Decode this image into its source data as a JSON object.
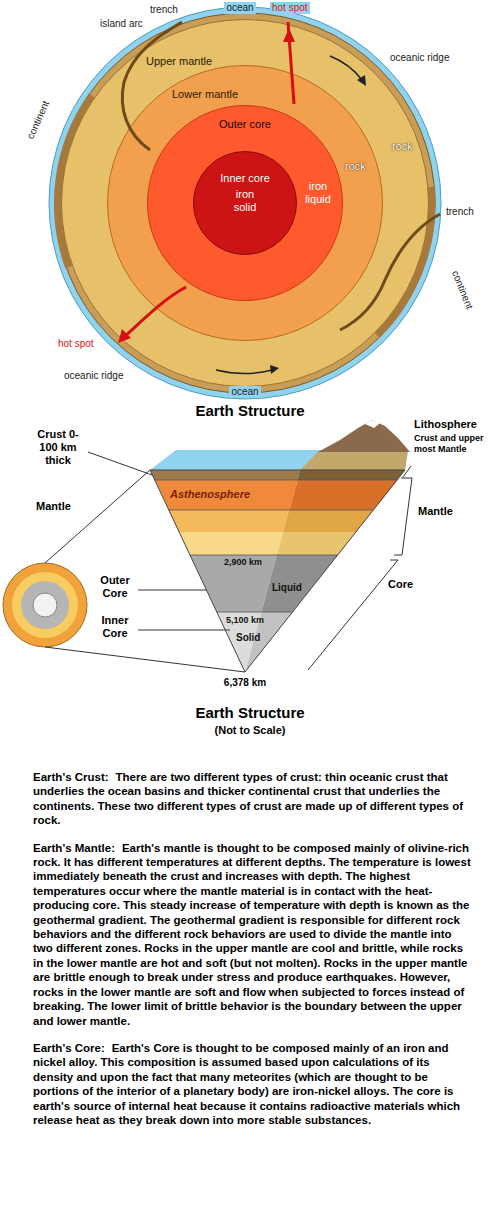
{
  "diagram": {
    "title": "Earth Structure",
    "nodes": [
      {
        "text": [
          "Upper mantle",
          "rock"
        ]
      },
      {
        "text": [
          "Lower mantle",
          "rock"
        ],
        "in": 0
      },
      {
        "text": [
          "Outer core",
          "iron liquid"
        ],
        "in": 1
      },
      {
        "text": [
          "Inner core",
          "iron solid"
        ],
        "in": 2
      },
      {
        "text": [
          "Asthenosphere"
        ]
      },
      {
        "text": [
          "2,900 km",
          "Liquid"
        ]
      },
      {
        "text": [
          "5,100 km",
          "Solid"
        ]
      }
    ],
    "labels": [
      "island arc",
      "trench",
      "ocean",
      "hot spot",
      "oceanic ridge",
      "continent",
      "trench",
      "continent",
      "hot spot",
      "oceanic ridge",
      "ocean",
      "Crust 0-100 km thick",
      "Lithosphere",
      "Crust and upper most Mantle",
      "Mantle",
      "Mantle",
      "Outer Core",
      "Inner Core",
      "Core",
      "6,378 km",
      "Earth Structure",
      "(Not to Scale)",
      "Earth's Crust:",
      "There are two different types of crust: thin oceanic crust that underlies the ocean basins and thicker continental crust that underlies the continents. These two different types of crust are made up of different types of rock.",
      "Earth's Mantle:",
      "Earth's mantle is thought to be composed mainly of olivine-rich rock. It has different temperatures at different depths. The temperature is lowest immediately beneath the crust and increases with depth. The highest temperatures occur where the mantle material is in contact with the heat-producing core. This steady increase of temperature with depth is known as the geothermal gradient. The geothermal gradient is responsible for different rock behaviors and the different rock behaviors are used to divide the mantle into two different zones. Rocks in the upper mantle are cool and brittle, while rocks in the lower mantle are hot and soft (but not molten). Rocks in the upper mantle are brittle enough to break under stress and produce earthquakes. However, rocks in the lower mantle are soft and flow when subjected to forces instead of breaking. The lower limit of brittle behavior is the boundary between the upper and lower mantle.",
      "Earth's Core:",
      "Earth's Core is thought to be composed mainly of an iron and nickel alloy. This composition is assumed based upon calculations of its density and upon the fact that many meteorites (which are thought to be portions of the interior of a planetary body) are iron-nickel alloys. The core is earth's source of internal heat because it contains radioactive materials which release heat as they break down into more stable substances."
    ]
  }
}
